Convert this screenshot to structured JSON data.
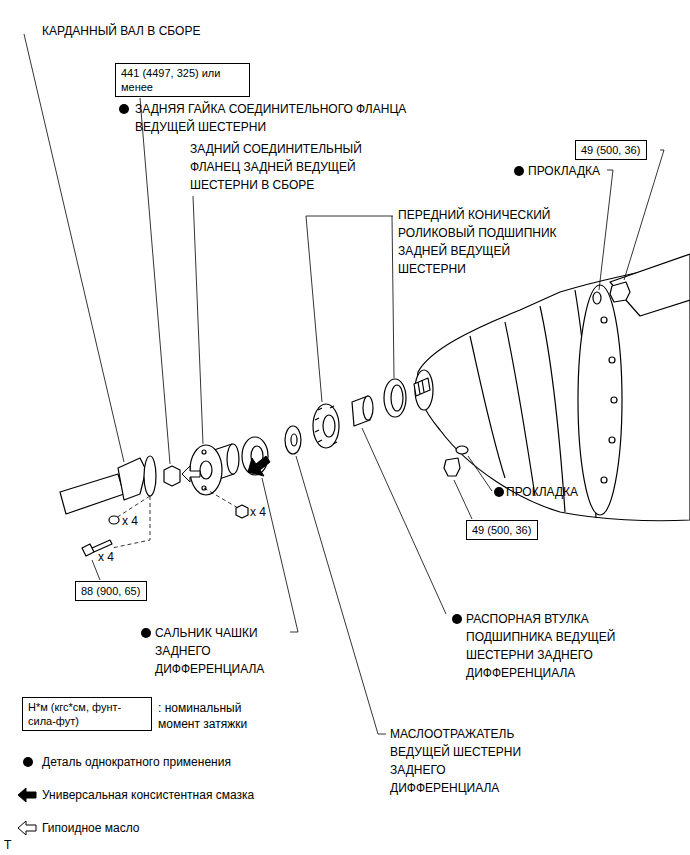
{
  "diagram": {
    "nodes": [
      {
        "text": [
          "441 (4497, 325) или менее"
        ]
      },
      {
        "text": [
          "49 (500, 36)"
        ]
      },
      {
        "text": [
          "49 (500, 36)"
        ]
      },
      {
        "text": [
          "88 (900, 65)"
        ]
      },
      {
        "text": [
          "Н*м (кгс*см, фунт-сила-фут)"
        ]
      }
    ],
    "labels": [
      "КАРДАННЫЙ ВАЛ В СБОРЕ",
      "ЗАДНЯЯ ГАЙКА СОЕДИНИТЕЛЬНОГО ФЛАНЦА ВЕДУЩЕЙ ШЕСТЕРНИ",
      "ЗАДНИЙ СОЕДИНИТЕЛЬНЫЙ ФЛАНЕЦ ЗАДНЕЙ ВЕДУЩЕЙ ШЕСТЕРНИ В СБОРЕ",
      "ПЕРЕДНИЙ КОНИЧЕСКИЙ РОЛИКОВЫЙ ПОДШИПНИК ЗАДНЕЙ ВЕДУЩЕЙ ШЕСТЕРНИ",
      "ПРОКЛАДКА",
      "ПРОКЛАДКА",
      "x 4",
      "x 4",
      "x 4",
      "РАСПОРНАЯ ВТУЛКА ПОДШИПНИКА ВЕДУЩЕЙ ШЕСТЕРНИ ЗАДНЕГО ДИФФЕРЕНЦИАЛА",
      "САЛЬНИК ЧАШКИ ЗАДНЕГО ДИФФЕРЕНЦИАЛА",
      "МАСЛООТРАЖАТЕЛЬ ВЕДУЩЕЙ ШЕСТЕРНИ ЗАДНЕГО ДИФФЕРЕНЦИАЛА",
      "T"
    ],
    "legend": [
      {
        "text": ": номинальный момент затяжки"
      },
      {
        "text": "Деталь однократного применения"
      },
      {
        "text": "Универсальная консистентная смазка"
      },
      {
        "text": "Гипоидное масло"
      }
    ]
  }
}
